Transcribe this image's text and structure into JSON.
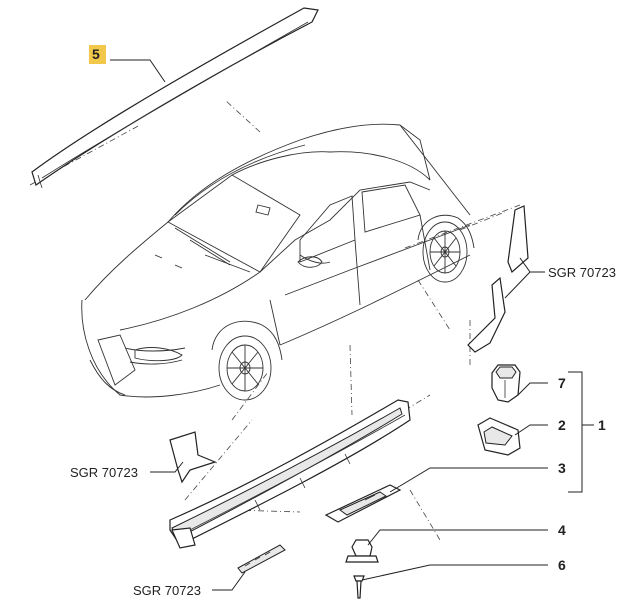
{
  "callouts": {
    "part1": "1",
    "part2": "2",
    "part3": "3",
    "part4": "4",
    "part5": "5",
    "part6": "6",
    "part7": "7"
  },
  "references": {
    "ref_right": "SGR 70723",
    "ref_left": "SGR 70723",
    "ref_bottom": "SGR 70723"
  },
  "colors": {
    "highlight": "#f2c84b"
  }
}
